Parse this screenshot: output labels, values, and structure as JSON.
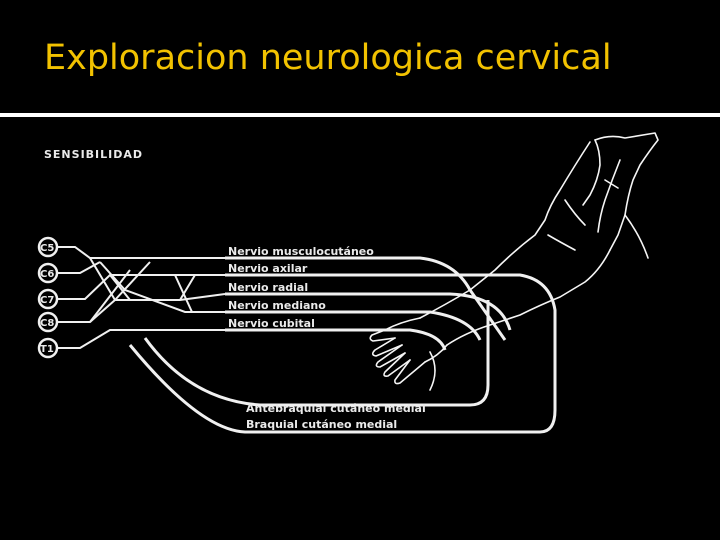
{
  "slide": {
    "title": "Exploracion neurologica cervical"
  },
  "diagram": {
    "heading": "SENSIBILIDAD",
    "roots": [
      "C5",
      "C6",
      "C7",
      "C8",
      "T1"
    ],
    "nerves": [
      "Nervio musculocutáneo",
      "Nervio axilar",
      "Nervio radial",
      "Nervio mediano",
      "Nervio cubital"
    ],
    "lower_nerves": [
      "Antebraquial cutáneo medial",
      "Braquial cutáneo medial"
    ]
  }
}
